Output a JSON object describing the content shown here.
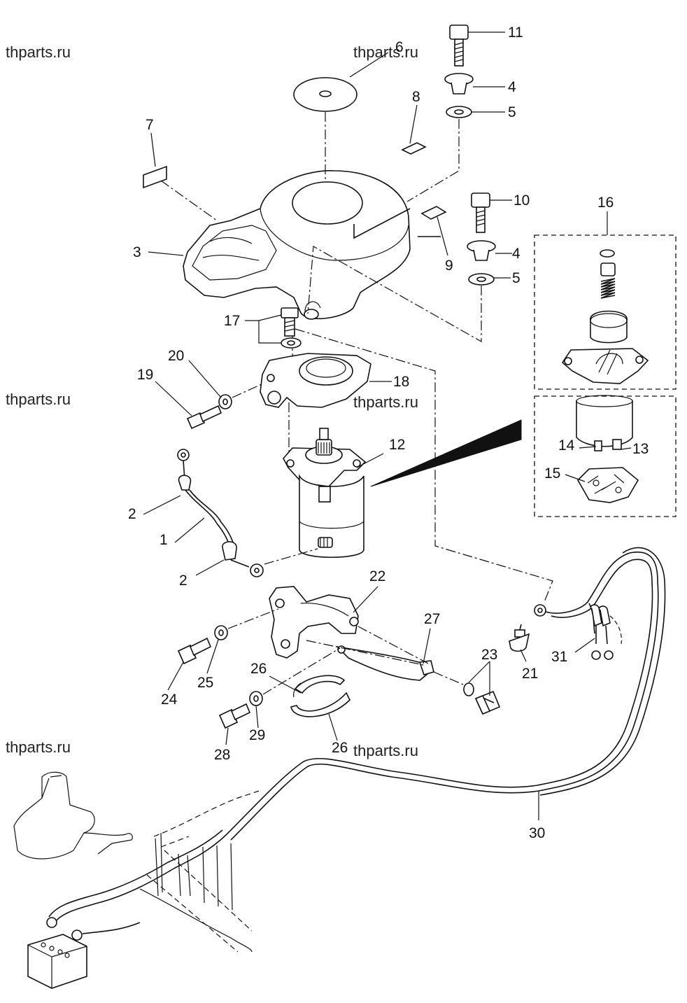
{
  "watermarks": [
    "thparts.ru",
    "thparts.ru",
    "thparts.ru",
    "thparts.ru",
    "thparts.ru",
    "thparts.ru"
  ],
  "callouts": {
    "c11": "11",
    "c6": "6",
    "c4a": "4",
    "c5a": "5",
    "c8": "8",
    "c7": "7",
    "c10": "10",
    "c16": "16",
    "c3": "3",
    "c9": "9",
    "c4b": "4",
    "c5b": "5",
    "c17": "17",
    "c20": "20",
    "c19": "19",
    "c18": "18",
    "c12": "12",
    "c14": "14",
    "c13": "13",
    "c15": "15",
    "c2a": "2",
    "c1": "1",
    "c2b": "2",
    "c22": "22",
    "c27": "27",
    "c23": "23",
    "c21": "21",
    "c31": "31",
    "c24": "24",
    "c25": "25",
    "c26a": "26",
    "c26b": "26",
    "c28": "28",
    "c29": "29",
    "c30": "30"
  }
}
